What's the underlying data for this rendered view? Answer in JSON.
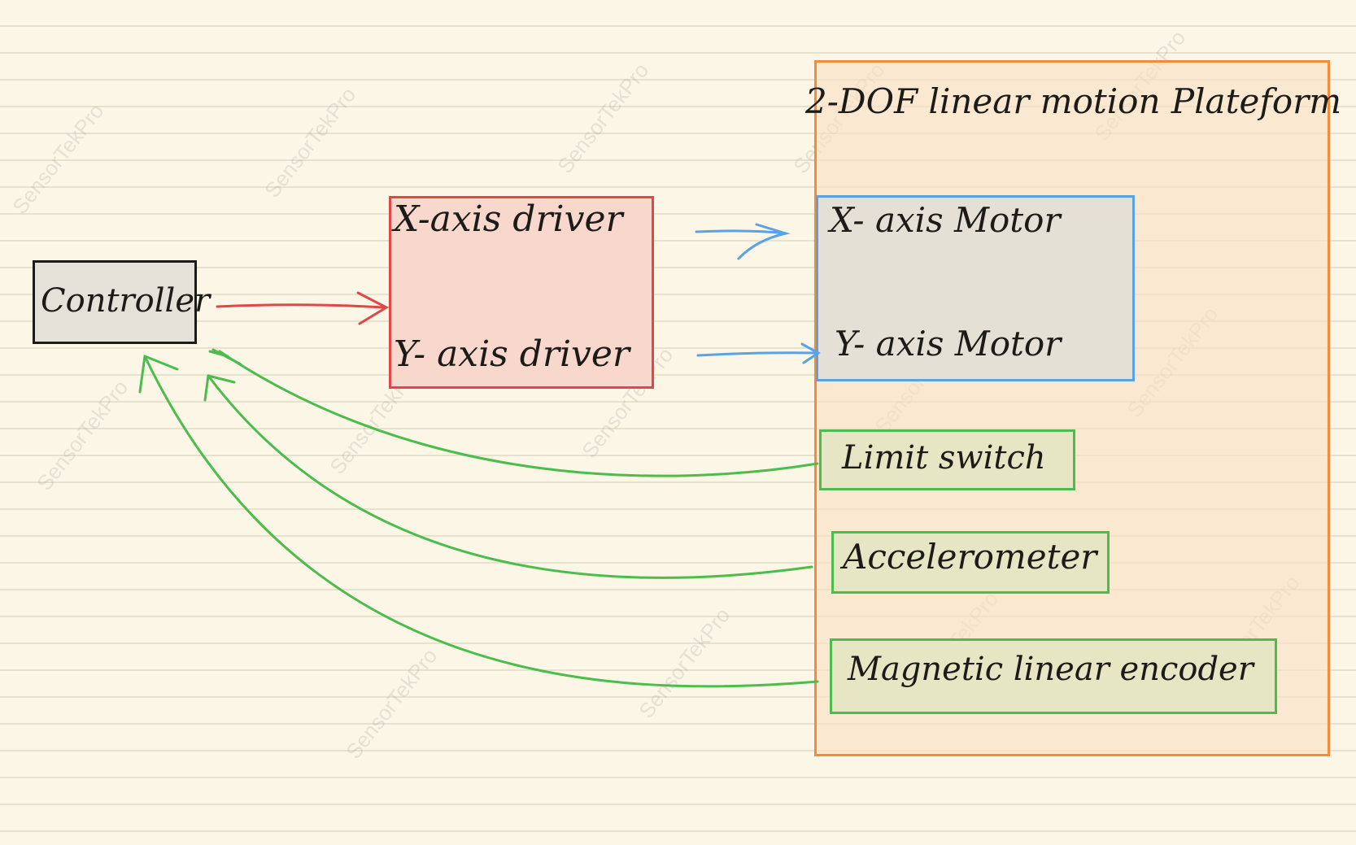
{
  "colors": {
    "paper": "#fbf6e6",
    "platform_border": "#f08c3c",
    "platform_fill": "#fbe0c4",
    "driver_border": "#e04848",
    "driver_fill": "#f8d8cc",
    "motor_border": "#5aa2e8",
    "motor_fill": "#e4e0d6",
    "sensor_border": "#4cbc4c",
    "sensor_fill": "#e6e6c4",
    "controller_fill": "#e4e2d8",
    "red_arrow": "#e04848",
    "blue_arrow": "#5aa2e8",
    "green_arrow": "#4cbc4c"
  },
  "platform": {
    "title": "2-DOF linear motion Plateform"
  },
  "controller": {
    "label": "Controller"
  },
  "drivers": {
    "x": "X-axis driver",
    "y": "Y- axis driver"
  },
  "motors": {
    "x": "X- axis Motor",
    "y": "Y- axis Motor"
  },
  "sensors": {
    "limit": "Limit switch",
    "accel": "Accelerometer",
    "encoder": "Magnetic linear encoder"
  },
  "watermark": {
    "text": "SensorTekPro"
  },
  "edges": [
    {
      "from": "controller",
      "to": "drivers",
      "color": "red_arrow"
    },
    {
      "from": "x-axis-driver",
      "to": "x-axis-motor",
      "color": "blue_arrow"
    },
    {
      "from": "y-axis-driver",
      "to": "y-axis-motor",
      "color": "blue_arrow"
    },
    {
      "from": "limit-switch",
      "to": "controller",
      "color": "green_arrow"
    },
    {
      "from": "accelerometer",
      "to": "controller",
      "color": "green_arrow"
    },
    {
      "from": "magnetic-linear-encoder",
      "to": "controller",
      "color": "green_arrow"
    }
  ]
}
